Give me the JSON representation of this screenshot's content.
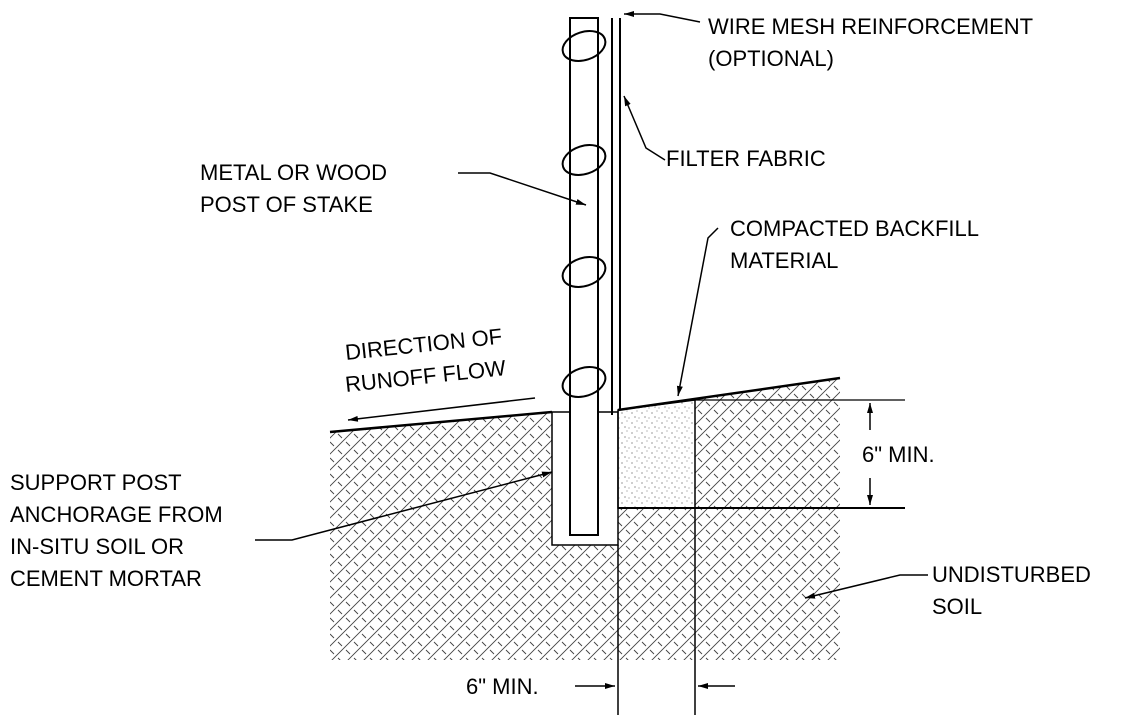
{
  "labels": {
    "wire_mesh_1": "WIRE MESH REINFORCEMENT",
    "wire_mesh_2": "(OPTIONAL)",
    "filter_fabric": "FILTER  FABRIC",
    "post_1": "METAL OR WOOD",
    "post_2": "POST OF STAKE",
    "backfill_1": "COMPACTED BACKFILL",
    "backfill_2": "MATERIAL",
    "runoff_1": "DIRECTION OF",
    "runoff_2": "RUNOFF FLOW",
    "anchorage_1": "SUPPORT POST",
    "anchorage_2": "ANCHORAGE FROM",
    "anchorage_3": "IN-SITU SOIL OR",
    "anchorage_4": "CEMENT MORTAR",
    "depth_dim": "6\" MIN.",
    "undisturbed_1": "UNDISTURBED",
    "undisturbed_2": "SOIL",
    "width_dim": "6\" MIN."
  },
  "colors": {
    "ink": "#000000",
    "background": "#ffffff"
  }
}
